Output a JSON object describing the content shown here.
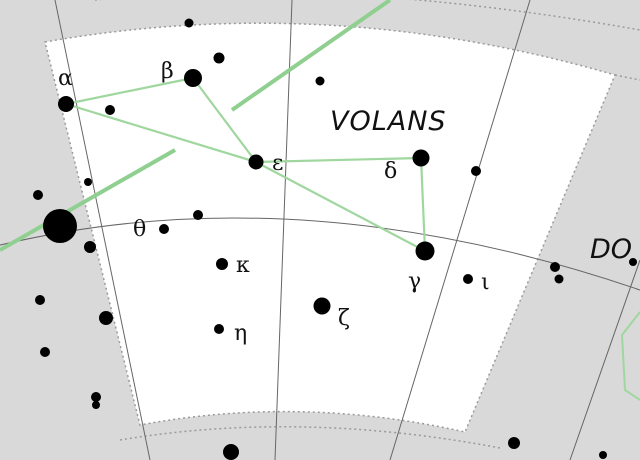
{
  "constellation": {
    "name": "VOLANS",
    "neighbor_label": "DO"
  },
  "colors": {
    "background": "#d9d9d9",
    "region": "#ffffff",
    "stick": "#9fd79f",
    "ecliptic": "#8fcf8f",
    "grid": "#666666",
    "boundary": "#9a9a9a",
    "star": "#000000"
  },
  "stars": [
    {
      "id": "alpha",
      "label": "α"
    },
    {
      "id": "beta",
      "label": "β"
    },
    {
      "id": "gamma",
      "label": "γ"
    },
    {
      "id": "delta",
      "label": "δ"
    },
    {
      "id": "epsilon",
      "label": "ε"
    },
    {
      "id": "zeta",
      "label": "ζ"
    },
    {
      "id": "eta",
      "label": "η"
    },
    {
      "id": "theta",
      "label": "θ"
    },
    {
      "id": "iota",
      "label": "ι"
    },
    {
      "id": "kappa",
      "label": "κ"
    }
  ],
  "stick_figure": [
    [
      "alpha",
      "beta"
    ],
    [
      "beta",
      "epsilon"
    ],
    [
      "alpha",
      "epsilon"
    ],
    [
      "epsilon",
      "delta"
    ],
    [
      "delta",
      "gamma"
    ],
    [
      "epsilon",
      "gamma"
    ]
  ]
}
